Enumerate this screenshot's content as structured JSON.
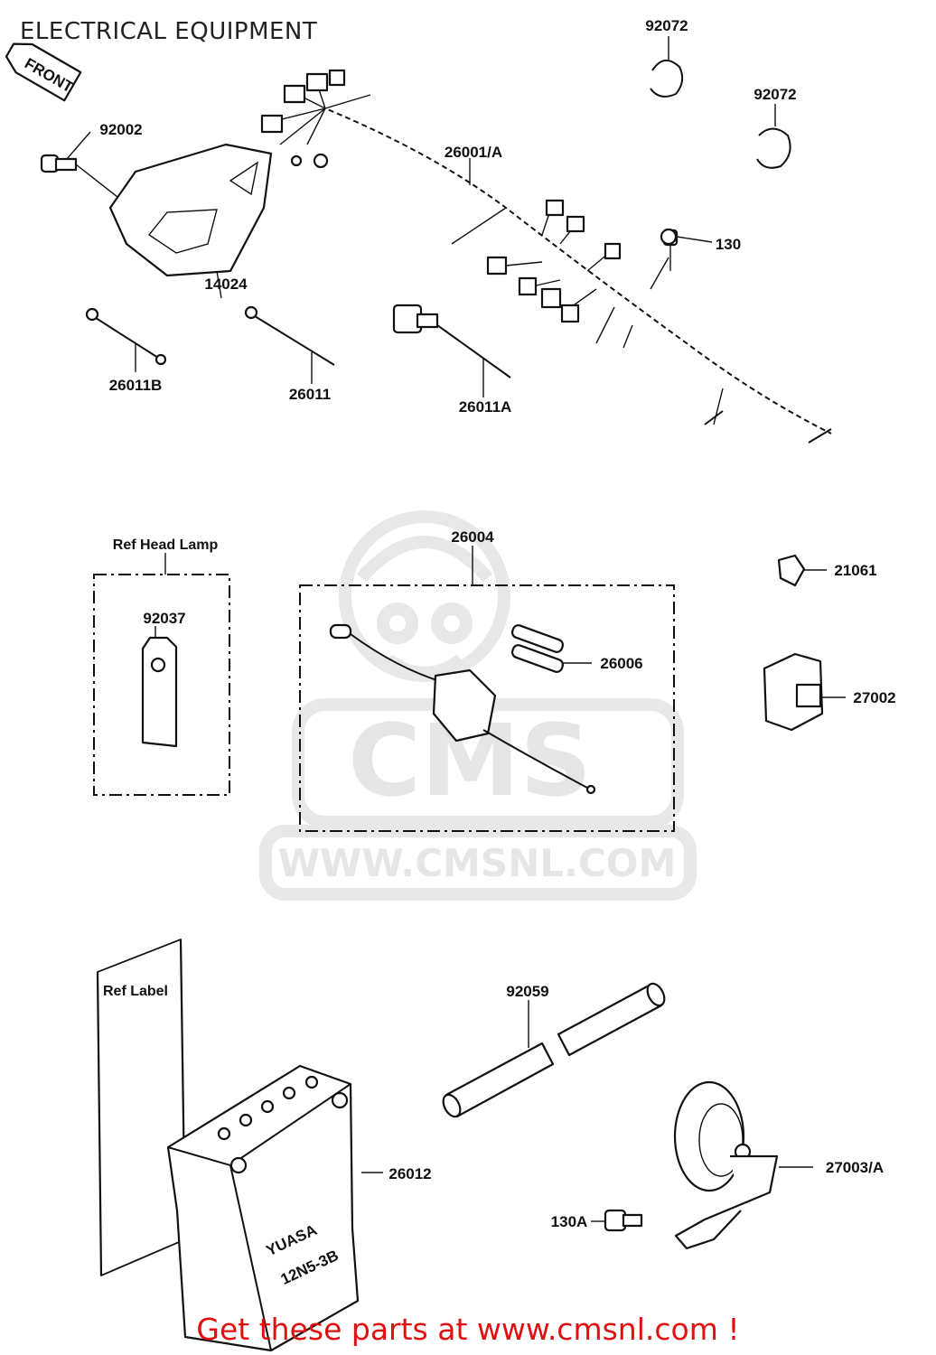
{
  "title": "ELECTRICAL EQUIPMENT",
  "footer": "Get these parts at www.cmsnl.com !",
  "watermark": {
    "brand": "CMS",
    "url": "WWW.CMSNL.COM"
  },
  "front_marker": "FRONT",
  "part_labels": {
    "p92072a": "92072",
    "p92072b": "92072",
    "p92002": "92002",
    "p26001A": "26001/A",
    "p130": "130",
    "p14024": "14024",
    "p26011B": "26011B",
    "p26011": "26011",
    "p26011A": "26011A",
    "p26004": "26004",
    "p21061": "21061",
    "p92037": "92037",
    "p26006": "26006",
    "p27002": "27002",
    "p92059": "92059",
    "p26012": "26012",
    "p27003A": "27003/A",
    "p130A": "130A"
  },
  "refs": {
    "head_lamp": "Ref  Head Lamp",
    "label": "Ref  Label"
  },
  "battery_brand": "YUASA",
  "battery_model": "12N5-3B"
}
